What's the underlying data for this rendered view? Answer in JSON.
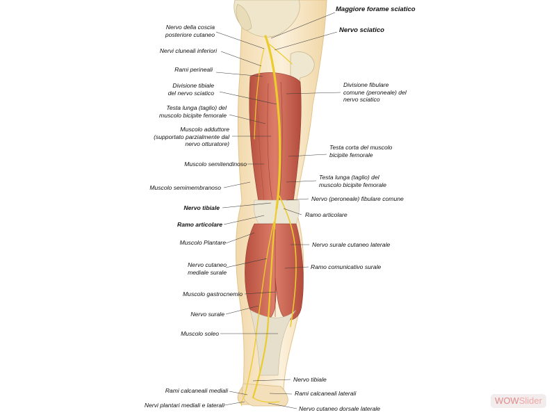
{
  "labels": {
    "l_magg": "Maggiore forame sciatico",
    "l_sciatico": "Nervo sciatico",
    "l_coscia": [
      "Nervo della coscia",
      "posteriore cutaneo"
    ],
    "l_clun": "Nervi cluneali inferiori",
    "l_perin": "Rami perineali",
    "l_tib_div": [
      "Divisione tibiale",
      "del nervo sciatico"
    ],
    "l_fib_div": [
      "Divisione fibulare",
      "comune (peroneale) del",
      "nervo sciatico"
    ],
    "l_testa_lunga_l": [
      "Testa lunga (taglio) del",
      "muscolo bicipite femorale"
    ],
    "l_addutt": [
      "Muscolo adduttore",
      "(supportato parzialmente dal",
      "nervo otturatore)"
    ],
    "l_testa_corta": [
      "Testa corta del muscolo",
      "bicipite femorale"
    ],
    "l_semitend": "Muscolo semitendinoso",
    "l_testa_lunga_r": [
      "Testa lunga (taglio) del",
      "muscolo bicipite femorale"
    ],
    "l_semimemb": "Muscolo semimembranoso",
    "l_fib_comune": "Nervo (peroneale) fibulare comune",
    "l_tibiale": "Nervo tibiale",
    "l_ramo_art_r": "Ramo articolare",
    "l_ramo_art_l": "Ramo articolare",
    "l_plantare": "Muscolo Plantare",
    "l_surale_lat": "Nervo surale cutaneo laterale",
    "l_cut_med": [
      "Nervo cutaneo",
      "mediale surale"
    ],
    "l_ramo_com": "Ramo comunicativo surale",
    "l_gastro": "Muscolo gastrocnemio",
    "l_surale": "Nervo surale",
    "l_soleo": "Muscolo soleo",
    "l_tibiale_low": "Nervo tibiale",
    "l_calc_med": "Rami calcaneali mediali",
    "l_calc_lat": "Rami calcaneali laterali",
    "l_plant_ml": "Nervi plantari mediali e laterali",
    "l_dors_lat": "Nervo cutaneo dorsale laterale"
  },
  "watermark": {
    "part1": "WOW",
    "part2": "Slider"
  },
  "colors": {
    "skin": "#f7e6c6",
    "skin_edge": "#e7c98f",
    "muscle": "#cf6a5a",
    "muscle_dark": "#a9473a",
    "nerve": "#f1cf3c",
    "bone": "#efe7cf",
    "tendon": "#e9e4d4"
  }
}
